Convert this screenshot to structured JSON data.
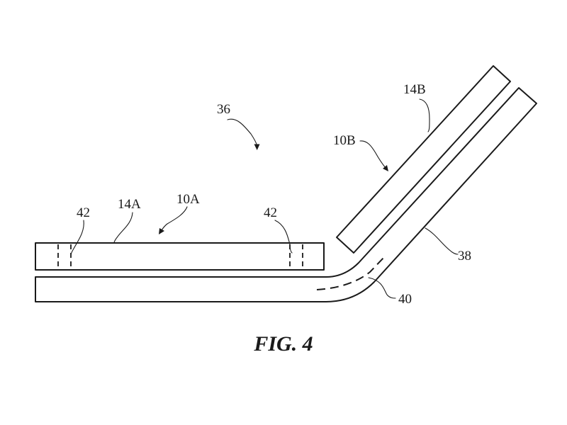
{
  "figure": {
    "caption": "FIG. 4",
    "labels": {
      "assembly": "36",
      "panel_a": "10A",
      "cover_a": "14A",
      "feature_left": "42",
      "feature_right": "42",
      "panel_b": "10B",
      "cover_b": "14B",
      "substrate": "38",
      "bend": "40"
    }
  }
}
